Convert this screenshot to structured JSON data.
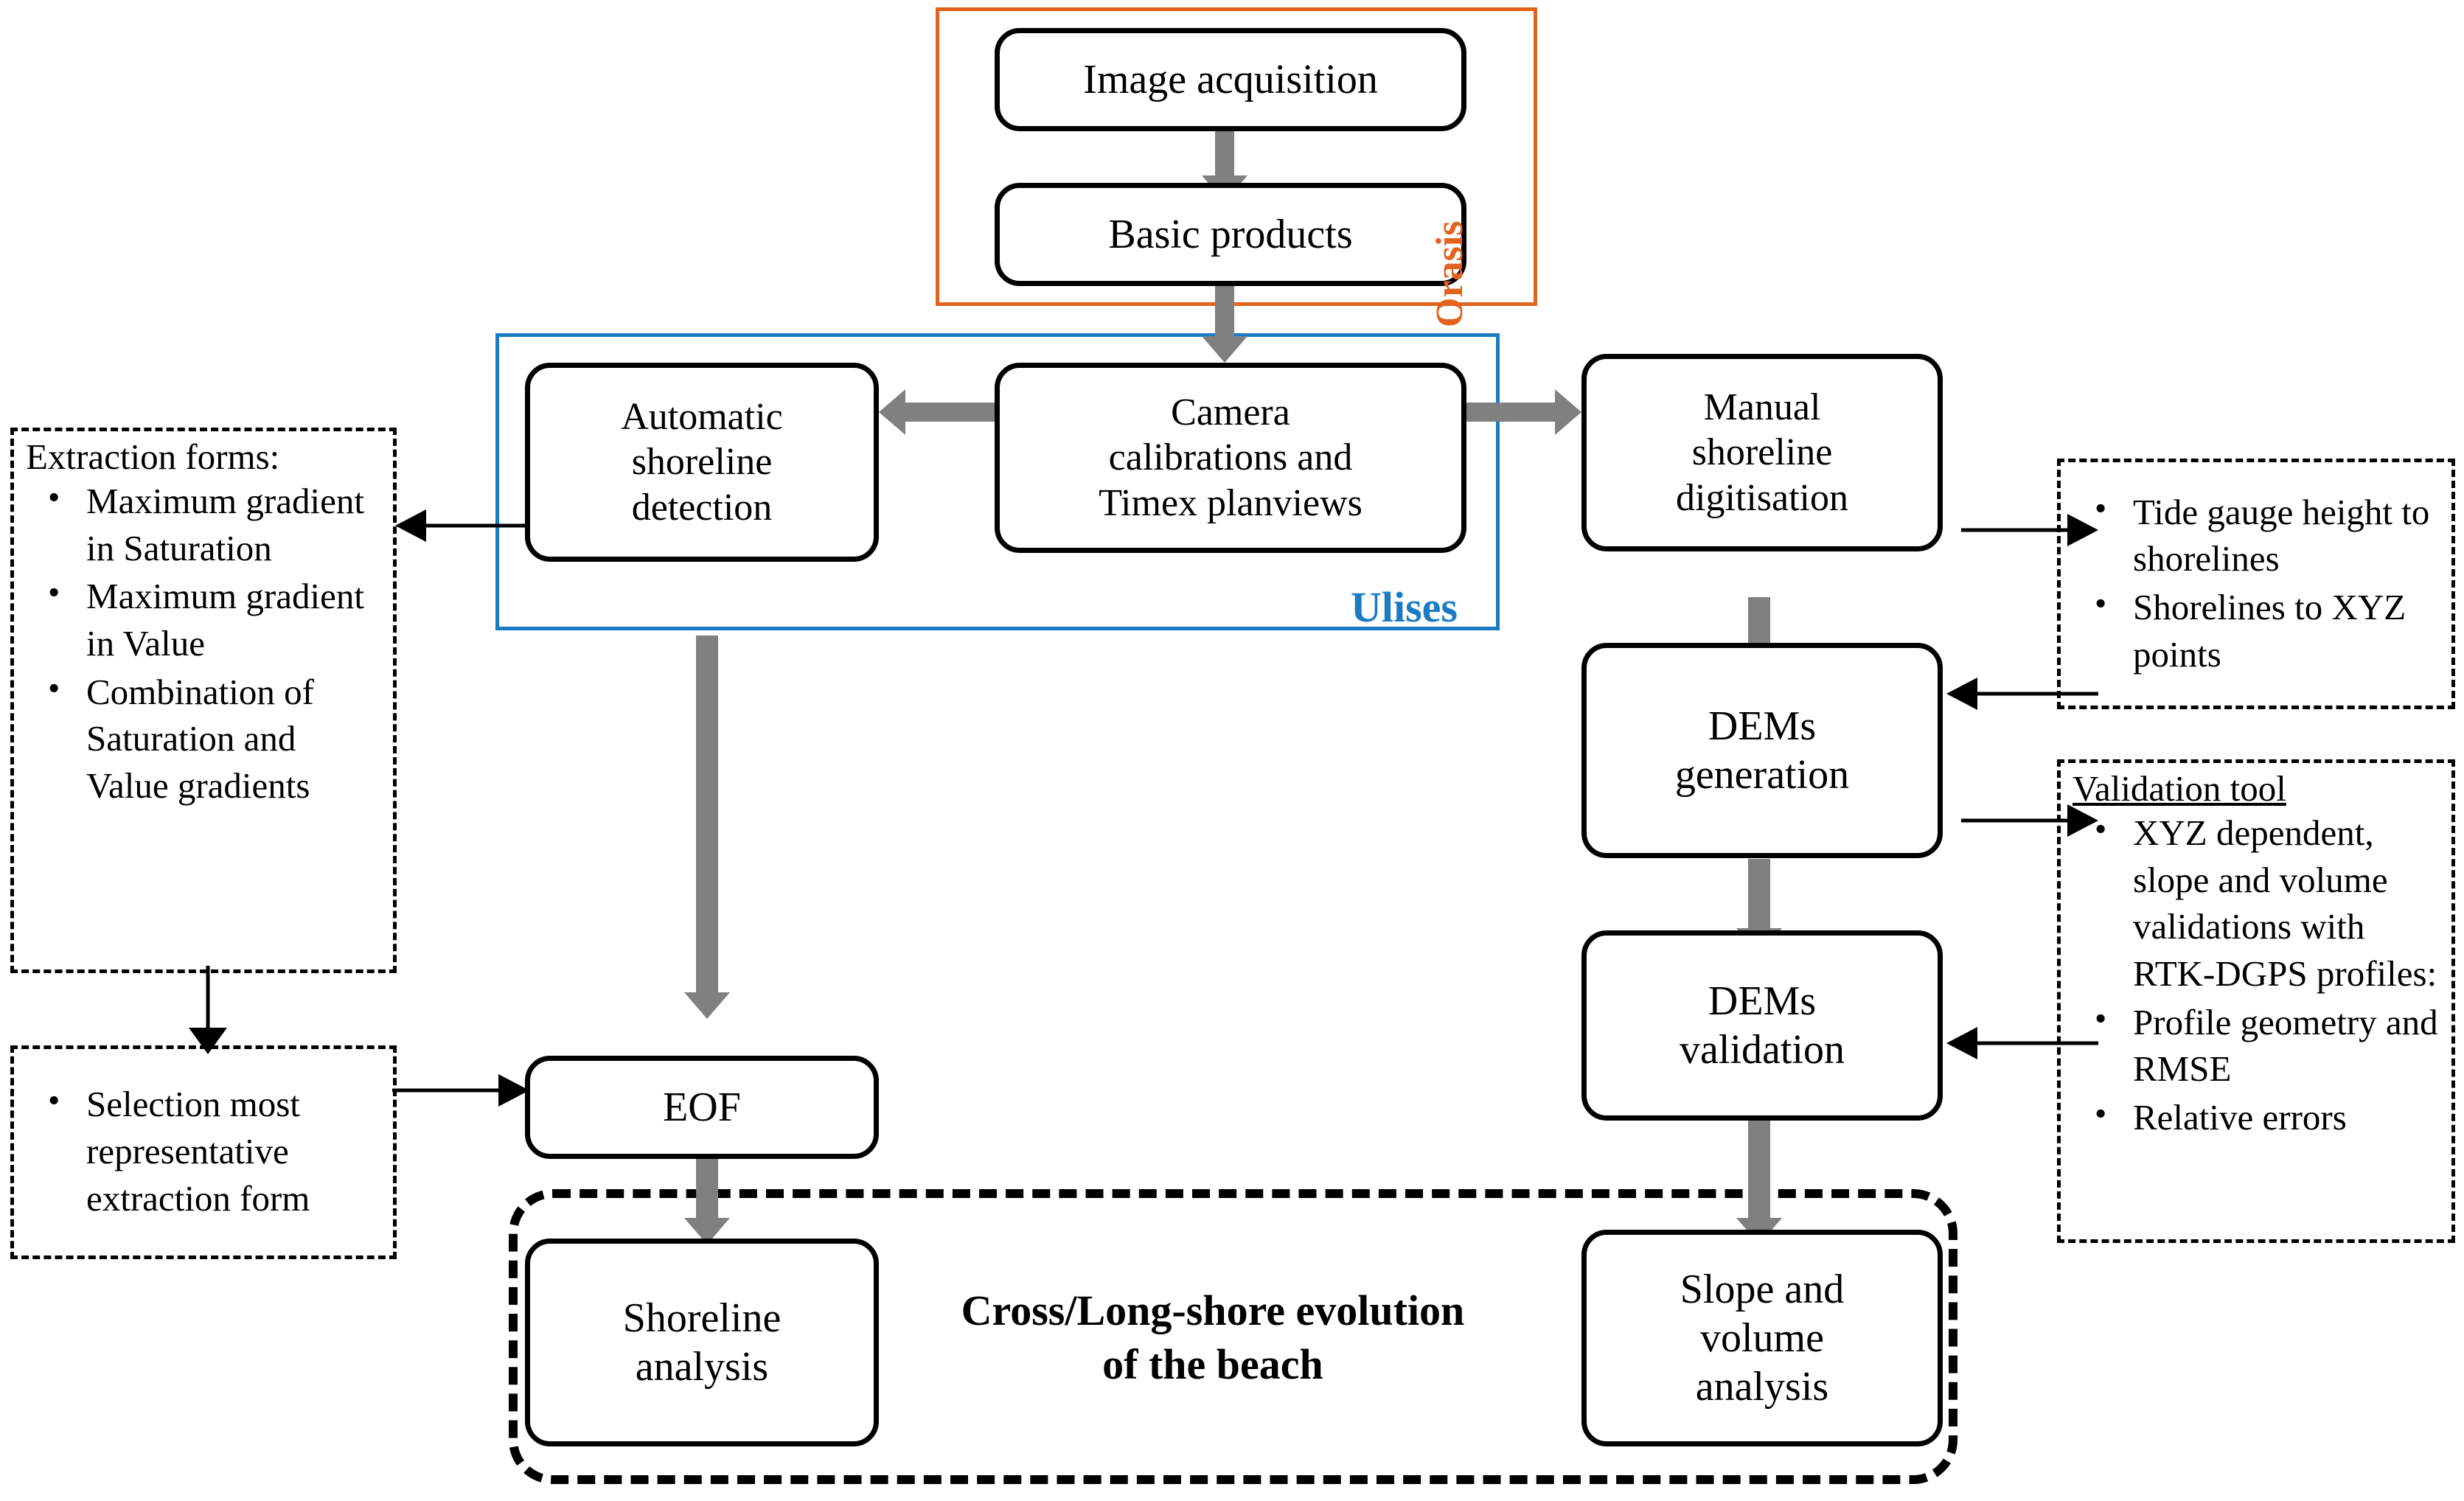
{
  "diagram": {
    "groups": {
      "orasis": {
        "label": "Orasis",
        "color": "#E2631E"
      },
      "ulises": {
        "label": "Ulises",
        "color": "#1B7CC4"
      }
    },
    "bottom_caption": "Cross/Long-shore evolution\nof the beach",
    "bottom_caption_line1": "Cross/Long-shore evolution",
    "bottom_caption_line2": "of the beach",
    "nodes": {
      "image_acquisition": "Image acquisition",
      "basic_products": "Basic products",
      "camera_calibrations": "Camera\ncalibrations and\nTimex planviews",
      "camera_calibrations_l1": "Camera",
      "camera_calibrations_l2": "calibrations and",
      "camera_calibrations_l3": "Timex planviews",
      "automatic_shoreline_l1": "Automatic",
      "automatic_shoreline_l2": "shoreline",
      "automatic_shoreline_l3": "detection",
      "manual_digitisation_l1": "Manual",
      "manual_digitisation_l2": "shoreline",
      "manual_digitisation_l3": "digitisation",
      "dems_generation_l1": "DEMs",
      "dems_generation_l2": "generation",
      "dems_validation_l1": "DEMs",
      "dems_validation_l2": "validation",
      "eof": "EOF",
      "shoreline_analysis_l1": "Shoreline",
      "shoreline_analysis_l2": "analysis",
      "slope_volume_l1": "Slope and",
      "slope_volume_l2": "volume",
      "slope_volume_l3": "analysis"
    },
    "notes": {
      "extraction_forms": {
        "title": "Extraction forms:",
        "items": [
          "Maximum gradient in Saturation",
          "Maximum gradient in Value",
          "Combination of Saturation and Value gradients"
        ]
      },
      "selection": {
        "title": "",
        "items": [
          "Selection most representative extraction form"
        ]
      },
      "tide_gauge": {
        "title": "",
        "items": [
          "Tide gauge height to shorelines",
          "Shorelines to XYZ points"
        ]
      },
      "validation_tool": {
        "title": "Validation tool",
        "items": [
          "XYZ dependent, slope and volume validations with RTK-DGPS profiles:",
          "Profile geometry and RMSE",
          "Relative errors"
        ]
      }
    },
    "colors": {
      "arrow_grey": "#808080",
      "arrow_black": "#000000",
      "node_border": "#000000",
      "orasis": "#E2631E",
      "ulises": "#1B7CC4"
    }
  }
}
